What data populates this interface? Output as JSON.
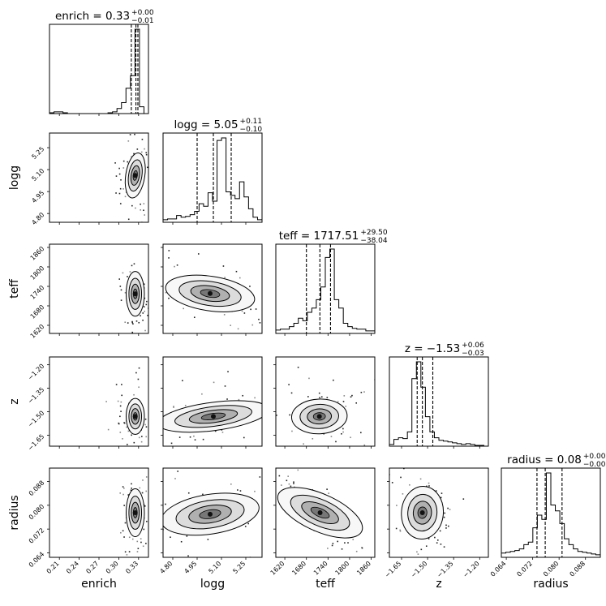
{
  "chart_data": {
    "type": "corner",
    "parameters": [
      {
        "name": "enrich",
        "label": "enrich",
        "title_main": "enrich = 0.33",
        "err_plus": "+0.00",
        "err_minus": "−0.01",
        "range": [
          0.195,
          0.345
        ],
        "ticks": [
          0.21,
          0.24,
          0.27,
          0.3,
          0.33
        ],
        "tick_labels": [
          "0.21",
          "0.24",
          "0.27",
          "0.30",
          "0.33"
        ],
        "quantiles": [
          0.319,
          0.326,
          0.329
        ],
        "hist": [
          0.01,
          0.02,
          0.02,
          0.01,
          0.0,
          0.0,
          0.0,
          0.0,
          0.0,
          0.0,
          0.0,
          0.0,
          0.0,
          0.01,
          0.02,
          0.06,
          0.13,
          0.3,
          0.45,
          1.0,
          0.08,
          0.0
        ]
      },
      {
        "name": "logg",
        "label": "logg",
        "title_main": "logg = 5.05",
        "err_plus": "+0.11",
        "err_minus": "−0.10",
        "range": [
          4.74,
          5.35
        ],
        "ticks": [
          4.8,
          4.95,
          5.1,
          5.25
        ],
        "tick_labels": [
          "4.80",
          "4.95",
          "5.10",
          "5.25"
        ],
        "quantiles": [
          4.95,
          5.05,
          5.16
        ],
        "hist": [
          0.03,
          0.04,
          0.04,
          0.08,
          0.06,
          0.07,
          0.09,
          0.13,
          0.22,
          0.19,
          0.35,
          0.25,
          0.97,
          1.0,
          0.36,
          0.32,
          0.28,
          0.48,
          0.3,
          0.16,
          0.06,
          0.03
        ]
      },
      {
        "name": "teff",
        "label": "teff",
        "title_main": "teff = 1717.51",
        "err_plus": "+29.50",
        "err_minus": "−38.04",
        "range": [
          1595,
          1870
        ],
        "ticks": [
          1620,
          1680,
          1740,
          1800,
          1860
        ],
        "tick_labels": [
          "1620",
          "1680",
          "1740",
          "1800",
          "1860"
        ],
        "quantiles": [
          1680,
          1717.5,
          1747
        ],
        "hist": [
          0.04,
          0.05,
          0.05,
          0.08,
          0.12,
          0.18,
          0.15,
          0.25,
          0.3,
          0.4,
          0.55,
          0.9,
          1.0,
          0.4,
          0.3,
          0.12,
          0.08,
          0.06,
          0.05,
          0.05,
          0.03,
          0.03
        ]
      },
      {
        "name": "z",
        "label": "z",
        "title_main": "z = −1.53",
        "err_plus": "+0.06",
        "err_minus": "−0.03",
        "range": [
          -1.72,
          -1.15
        ],
        "ticks": [
          -1.65,
          -1.5,
          -1.35,
          -1.2
        ],
        "tick_labels": [
          "−1.65",
          "−1.50",
          "−1.35",
          "−1.20"
        ],
        "quantiles": [
          -1.56,
          -1.53,
          -1.47
        ],
        "hist": [
          0.02,
          0.08,
          0.1,
          0.09,
          0.17,
          0.8,
          1.0,
          0.7,
          0.35,
          0.17,
          0.1,
          0.07,
          0.06,
          0.05,
          0.04,
          0.03,
          0.02,
          0.03,
          0.02,
          0.01,
          0.01,
          0.0
        ]
      },
      {
        "name": "radius",
        "label": "radius",
        "title_main": "radius = 0.08",
        "err_plus": "+0.00",
        "err_minus": "−0.00",
        "range": [
          0.0625,
          0.0925
        ],
        "ticks": [
          0.064,
          0.072,
          0.08,
          0.088
        ],
        "tick_labels": [
          "0.064",
          "0.072",
          "0.080",
          "0.088"
        ],
        "quantiles": [
          0.0733,
          0.0758,
          0.0809
        ],
        "hist": [
          0.05,
          0.06,
          0.07,
          0.08,
          0.1,
          0.15,
          0.18,
          0.35,
          0.5,
          0.45,
          1.0,
          0.62,
          0.55,
          0.4,
          0.22,
          0.15,
          0.1,
          0.07,
          0.06,
          0.05,
          0.04,
          0.03
        ]
      }
    ],
    "pairs": [
      {
        "row": "logg",
        "col": "enrich",
        "center": [
          0.325,
          5.06
        ],
        "sigma": [
          0.006,
          0.07
        ],
        "rho": -0.1
      },
      {
        "row": "teff",
        "col": "enrich",
        "center": [
          0.325,
          1717
        ],
        "sigma": [
          0.006,
          30
        ],
        "rho": 0.0
      },
      {
        "row": "teff",
        "col": "logg",
        "center": [
          5.03,
          1718
        ],
        "sigma": [
          0.1,
          28
        ],
        "rho": -0.45
      },
      {
        "row": "z",
        "col": "enrich",
        "center": [
          0.325,
          -1.53
        ],
        "sigma": [
          0.006,
          0.05
        ],
        "rho": 0.0
      },
      {
        "row": "z",
        "col": "logg",
        "center": [
          5.05,
          -1.53
        ],
        "sigma": [
          0.12,
          0.05
        ],
        "rho": 0.55
      },
      {
        "row": "z",
        "col": "teff",
        "center": [
          1716,
          -1.53
        ],
        "sigma": [
          32,
          0.05
        ],
        "rho": 0.1
      },
      {
        "row": "radius",
        "col": "enrich",
        "center": [
          0.325,
          0.0775
        ],
        "sigma": [
          0.006,
          0.0035
        ],
        "rho": 0.0
      },
      {
        "row": "radius",
        "col": "logg",
        "center": [
          5.03,
          0.077
        ],
        "sigma": [
          0.11,
          0.0035
        ],
        "rho": 0.45
      },
      {
        "row": "radius",
        "col": "teff",
        "center": [
          1718,
          0.0775
        ],
        "sigma": [
          40,
          0.0045
        ],
        "rho": -0.9
      },
      {
        "row": "radius",
        "col": "z",
        "center": [
          -1.53,
          0.0775
        ],
        "sigma": [
          0.05,
          0.004
        ],
        "rho": -0.1
      }
    ]
  }
}
